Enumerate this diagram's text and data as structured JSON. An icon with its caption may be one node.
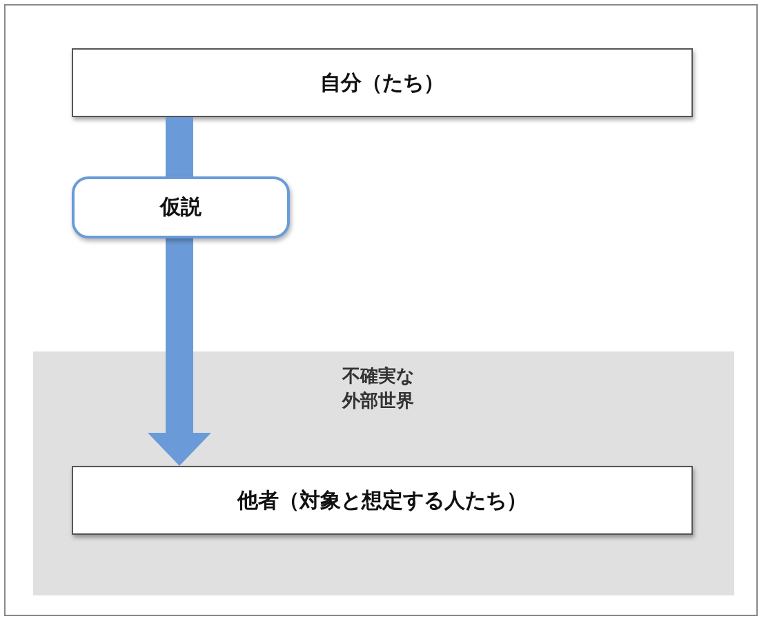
{
  "diagram": {
    "nodes": [
      {
        "text": [
          "自分（たち）"
        ]
      },
      {
        "text": [
          "不確実な外部世界"
        ]
      },
      {
        "text": [
          "他者（対象と想定する人たち）"
        ],
        "in": 1
      }
    ],
    "edges": [
      {
        "from": 0,
        "to": 2,
        "arrow": "to",
        "label": "仮説"
      }
    ]
  }
}
